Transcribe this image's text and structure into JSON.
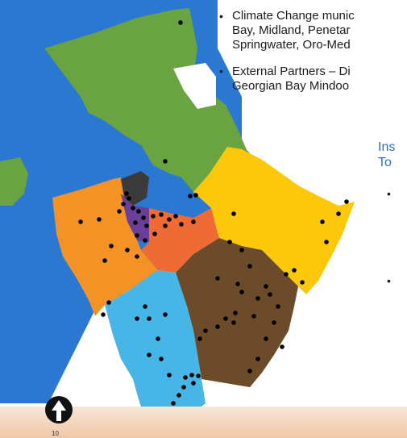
{
  "bullets": [
    {
      "lines": [
        "Climate Change munic",
        "Bay, Midland, Penetar",
        "Springwater, Oro-Med"
      ]
    },
    {
      "lines": [
        "External Partners – Di",
        "Georgian Bay Mindoo"
      ]
    }
  ],
  "inset_heading": [
    "Ins",
    "To"
  ],
  "page_number": "10",
  "compass_icon": "north-arrow-icon",
  "colors": {
    "water": "#2a78d2",
    "green_region": "#6aa341",
    "orange_region": "#f39325",
    "purple_region": "#6a3f9a",
    "red_orange_region": "#ee6b35",
    "yellow_region": "#fdc70c",
    "brown_region": "#6b4b2a",
    "light_blue_region": "#47b6e6",
    "dark_gray_region": "#3a3a3a",
    "point_marker": "#000000"
  }
}
